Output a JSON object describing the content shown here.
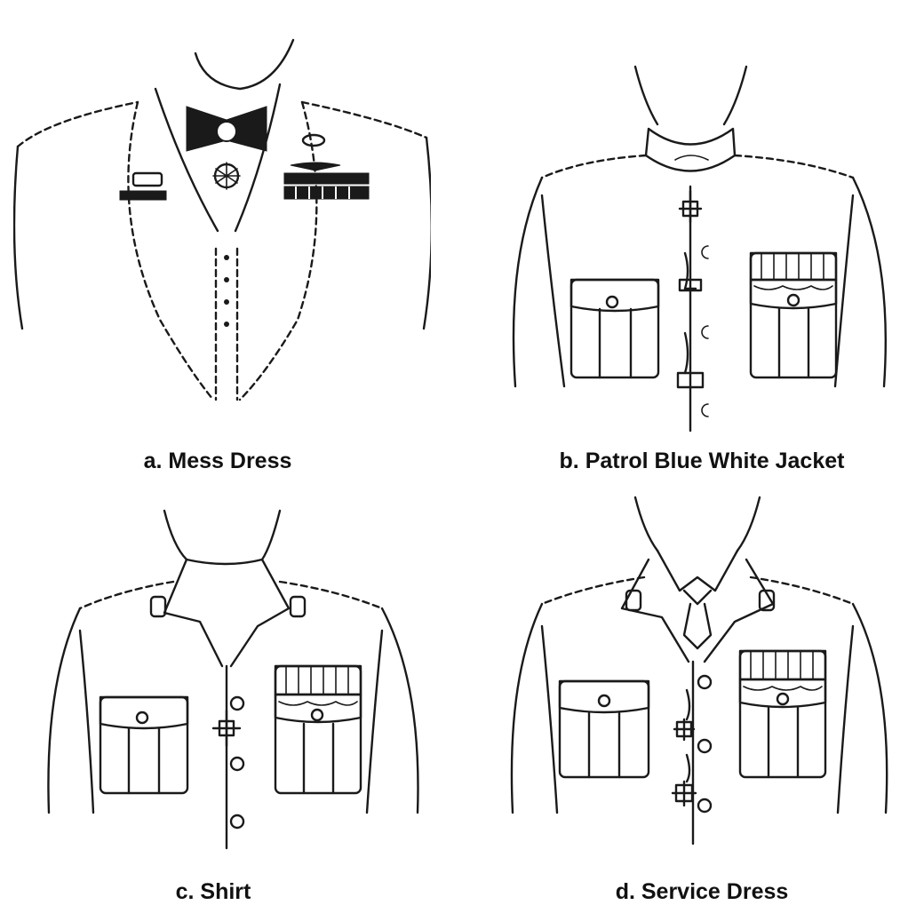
{
  "figure": {
    "panels": [
      {
        "id": "a",
        "caption": "a. Mess Dress"
      },
      {
        "id": "b",
        "caption": "b. Patrol Blue White Jacket"
      },
      {
        "id": "c",
        "caption": "c. Shirt"
      },
      {
        "id": "d",
        "caption": "d. Service Dress"
      }
    ]
  },
  "colors": {
    "ink": "#1a1a1a",
    "background": "#ffffff"
  }
}
